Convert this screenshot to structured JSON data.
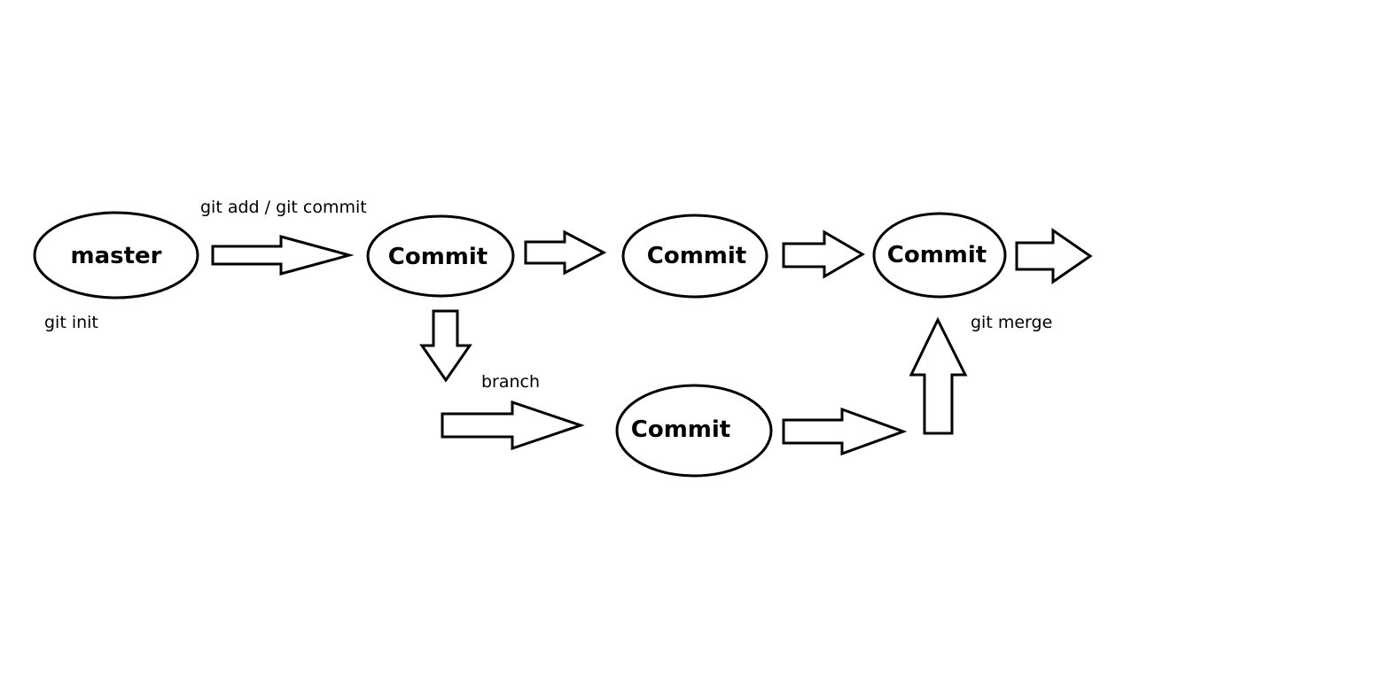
{
  "diagram": {
    "nodes": {
      "master": {
        "label": "master"
      },
      "commit_1": {
        "label": "Commit"
      },
      "commit_2": {
        "label": "Commit"
      },
      "commit_3": {
        "label": "Commit"
      },
      "commit_branch": {
        "label": "Commit"
      }
    },
    "labels": {
      "git_init": "git init",
      "git_add_commit": "git add / git commit",
      "branch": "branch",
      "git_merge": "git merge"
    }
  },
  "colors": {
    "stroke": "#000000",
    "fill": "#ffffff",
    "text": "#000000"
  }
}
